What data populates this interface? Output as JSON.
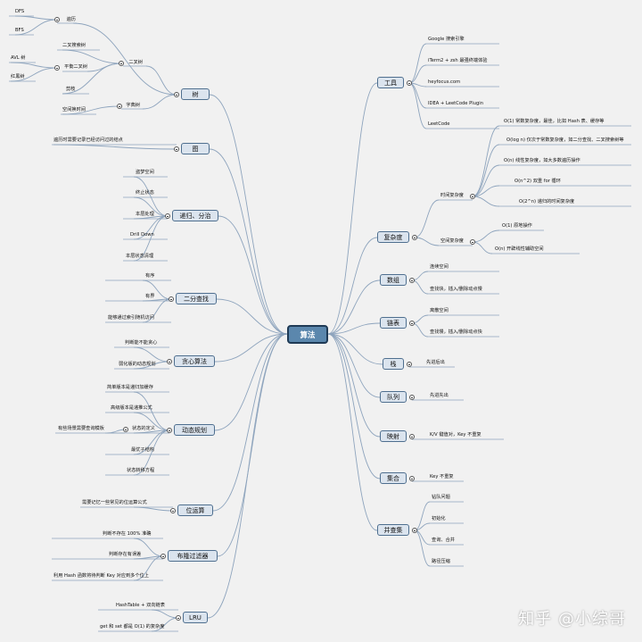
{
  "root": "算法",
  "watermark": "知乎 @小综哥",
  "left": [
    {
      "key": "tree",
      "label": "树",
      "children": [
        {
          "label": "遍历",
          "children": [
            {
              "label": "DFS"
            },
            {
              "label": "BFS"
            }
          ]
        },
        {
          "label": "二叉树",
          "children": [
            {
              "label": "二叉搜索树"
            },
            {
              "label": "平衡二叉树",
              "children": [
                {
                  "label": "AVL 树"
                },
                {
                  "label": "红黑树"
                }
              ]
            },
            {
              "label": "剪枝"
            }
          ]
        },
        {
          "label": "字典树",
          "children": [
            {
              "label": "空间换时间"
            }
          ]
        }
      ]
    },
    {
      "key": "graph",
      "label": "图",
      "children": [
        {
          "label": "遍历时需要记录已经访问过的结点"
        }
      ]
    },
    {
      "key": "recursion",
      "label": "递归、分治",
      "children": [
        {
          "label": "盗梦空间"
        },
        {
          "label": "终止状态"
        },
        {
          "label": "本层处理"
        },
        {
          "label": "Drill Down"
        },
        {
          "label": "本层状态清理"
        }
      ]
    },
    {
      "key": "binsearch",
      "label": "二分查找",
      "children": [
        {
          "label": "有序"
        },
        {
          "label": "有界"
        },
        {
          "label": "能够通过索引随机访问"
        }
      ]
    },
    {
      "key": "greedy",
      "label": "贪心算法",
      "children": [
        {
          "label": "判断能不能贪心"
        },
        {
          "label": "弱化版的动态规划"
        }
      ]
    },
    {
      "key": "dp",
      "label": "动态规划",
      "children": [
        {
          "label": "简单版本是递归加缓存"
        },
        {
          "label": "高级版本是递推公式"
        },
        {
          "label": "状态的定义",
          "children": [
            {
              "label": "有些场景需要查询模板"
            }
          ]
        },
        {
          "label": "最优子结构"
        },
        {
          "label": "状态转移方程"
        }
      ]
    },
    {
      "key": "bitop",
      "label": "位运算",
      "children": [
        {
          "label": "需要记忆一些常见的位运算公式"
        }
      ]
    },
    {
      "key": "bloom",
      "label": "布隆过滤器",
      "children": [
        {
          "label": "判断不存在 100% 准确"
        },
        {
          "label": "判断存在有误差"
        },
        {
          "label": "利用 Hash 函数将待判断 Key 对应到多个位上"
        }
      ]
    },
    {
      "key": "lru",
      "label": "LRU",
      "children": [
        {
          "label": "HashTable + 双向链表"
        },
        {
          "label": "get 和 set 都是 O(1) 的复杂度"
        }
      ]
    }
  ],
  "right": [
    {
      "key": "tools",
      "label": "工具",
      "children": [
        {
          "label": "Google 搜索引擎"
        },
        {
          "label": "iTerm2 + zsh 最强终端体验"
        },
        {
          "label": "heyfocus.com"
        },
        {
          "label": "IDEA + LeetCode Plugin"
        },
        {
          "label": "LeetCode"
        }
      ]
    },
    {
      "key": "complexity",
      "label": "复杂度",
      "children": [
        {
          "label": "时间复杂度",
          "children": [
            {
              "label": "O(1) 常数复杂度，最佳，比如 Hash 表、缓存等"
            },
            {
              "label": "O(log n) 仅次于常数复杂度，如二分查找、二叉搜索树等"
            },
            {
              "label": "O(n) 线性复杂度，如大多数遍历操作"
            },
            {
              "label": "O(n^2) 双重 for 循环"
            },
            {
              "label": "O(2^n) 递归的时间复杂度"
            }
          ]
        },
        {
          "label": "空间复杂度",
          "children": [
            {
              "label": "O(1) 原地操作"
            },
            {
              "label": "O(n) 开辟线性辅助空间"
            }
          ]
        }
      ]
    },
    {
      "key": "array",
      "label": "数组",
      "children": [
        {
          "label": "连续空间"
        },
        {
          "label": "查找快，插入/删除动点慢"
        }
      ]
    },
    {
      "key": "linkedlist",
      "label": "链表",
      "children": [
        {
          "label": "离散空间"
        },
        {
          "label": "查找慢，插入/删除动点快"
        }
      ]
    },
    {
      "key": "stack",
      "label": "栈",
      "children": [
        {
          "label": "先进后出"
        }
      ]
    },
    {
      "key": "queue",
      "label": "队列",
      "children": [
        {
          "label": "先进先出"
        }
      ]
    },
    {
      "key": "map",
      "label": "映射",
      "children": [
        {
          "label": "K/V 键值对，Key 不重复"
        }
      ]
    },
    {
      "key": "set",
      "label": "集合",
      "children": [
        {
          "label": "Key 不重复"
        }
      ]
    },
    {
      "key": "unionfind",
      "label": "并查集",
      "children": [
        {
          "label": "钻队问题"
        },
        {
          "label": "初始化"
        },
        {
          "label": "查询、合并"
        },
        {
          "label": "路径压缩"
        }
      ]
    }
  ]
}
